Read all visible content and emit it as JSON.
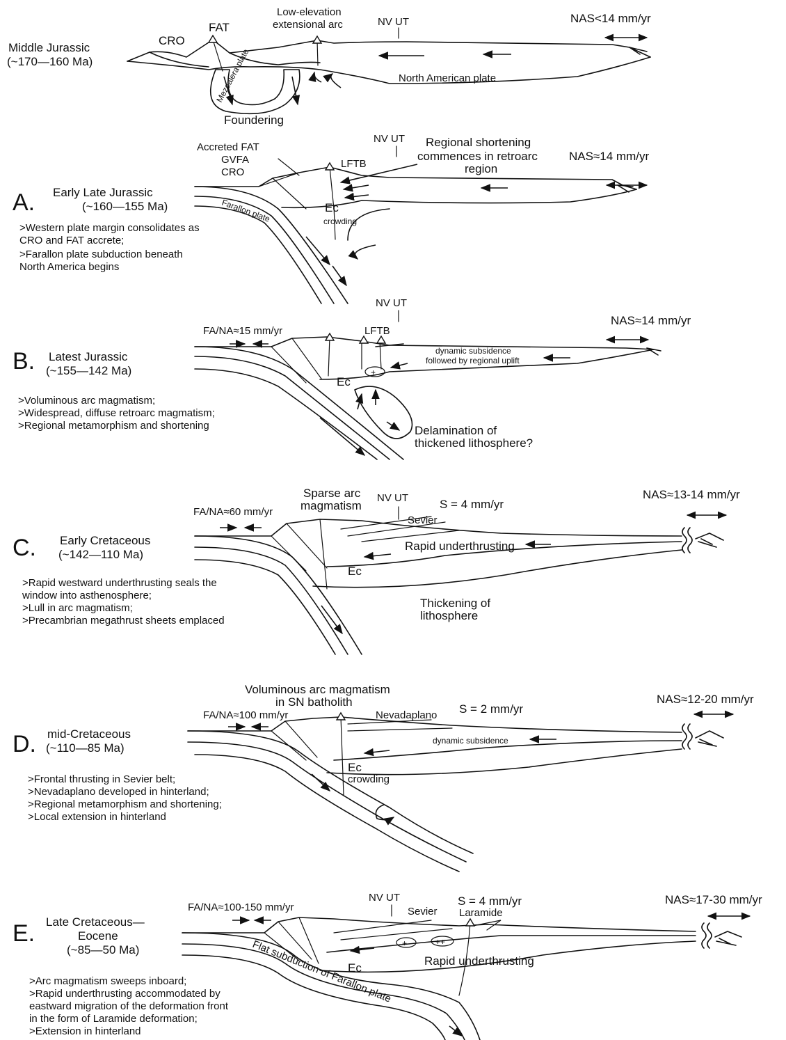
{
  "panels": {
    "mj": {
      "stage": "Middle Jurassic",
      "age": "(~170—160 Ma)",
      "labels": {
        "cro": "CRO",
        "fat": "FAT",
        "arc1": "Low-elevation",
        "arc2": "extensional arc",
        "nvut": "NV UT",
        "nas": "NAS<14 mm/yr",
        "plate": "North American plate",
        "slab": "Mezcalera plate",
        "foundering": "Foundering"
      }
    },
    "a": {
      "letter": "A.",
      "stage": "Early Late Jurassic",
      "age": "(~160—155 Ma)",
      "notes": [
        ">Western plate margin consolidates as",
        " CRO and FAT accrete;",
        ">Farallon plate subduction beneath",
        " North America begins"
      ],
      "labels": {
        "accreted": "Accreted FAT",
        "gvfa": "GVFA",
        "cro": "CRO",
        "lftb": "LFTB",
        "nvut": "NV UT",
        "reg1": "Regional shortening",
        "reg2": "commences in retroarc",
        "reg3": "region",
        "nas": "NAS≈14 mm/yr",
        "ec": "Ec",
        "crowding": "crowding",
        "slab": "Farallon plate"
      }
    },
    "b": {
      "letter": "B.",
      "stage": "Latest Jurassic",
      "age": "(~155—142 Ma)",
      "notes": [
        ">Voluminous arc magmatism;",
        ">Widespread, diffuse retroarc magmatism;",
        ">Regional metamorphism and shortening"
      ],
      "labels": {
        "nvut": "NV UT",
        "fana": "FA/NA≈15 mm/yr",
        "lftb": "LFTB",
        "nas": "NAS≈14 mm/yr",
        "dyn1": "dynamic subsidence",
        "dyn2": "followed by regional uplift",
        "ec": "Ec",
        "delam1": "Delamination of",
        "delam2": "thickened lithosphere?"
      }
    },
    "c": {
      "letter": "C.",
      "stage": "Early Cretaceous",
      "age": "(~142—110 Ma)",
      "notes": [
        ">Rapid westward underthrusting seals the",
        " window into asthenosphere;",
        ">Lull in arc magmatism;",
        ">Precambrian megathrust sheets emplaced"
      ],
      "labels": {
        "sparse1": "Sparse arc",
        "sparse2": "magmatism",
        "nvut": "NV UT",
        "s": "S = 4 mm/yr",
        "fana": "FA/NA≈60 mm/yr",
        "sevier": "Sevier",
        "rapid": "Rapid underthrusting",
        "ec": "Ec",
        "thick1": "Thickening of",
        "thick2": "lithosphere",
        "nas": "NAS≈13-14 mm/yr"
      }
    },
    "d": {
      "letter": "D.",
      "stage": "mid-Cretaceous",
      "age": "(~110—85 Ma)",
      "notes": [
        ">Frontal thrusting in Sevier belt;",
        ">Nevadaplano developed in hinterland;",
        ">Regional metamorphism and shortening;",
        ">Local extension in hinterland"
      ],
      "labels": {
        "vol1": "Voluminous arc magmatism",
        "vol2": "in SN batholith",
        "fana": "FA/NA≈100 mm/yr",
        "nevadaplano": "Nevadaplano",
        "s": "S = 2 mm/yr",
        "dyn": "dynamic subsidence",
        "ec": "Ec",
        "crowding": "crowding",
        "nas": "NAS≈12-20 mm/yr"
      }
    },
    "e": {
      "letter": "E.",
      "stage1": "Late Cretaceous—",
      "stage2": "Eocene",
      "age": "(~85—50 Ma)",
      "notes": [
        ">Arc magmatism sweeps inboard;",
        ">Rapid underthrusting accommodated by",
        " eastward migration of the deformation front",
        " in the form of Laramide deformation;",
        ">Extension in hinterland"
      ],
      "labels": {
        "nvut": "NV UT",
        "s": "S = 4 mm/yr",
        "fana": "FA/NA≈100-150 mm/yr",
        "sevier": "Sevier",
        "laramide": "Laramide",
        "nas": "NAS≈17-30 mm/yr",
        "ec": "Ec",
        "rapid": "Rapid underthrusting",
        "slab": "Flat subduction of Farallon plate"
      }
    }
  }
}
